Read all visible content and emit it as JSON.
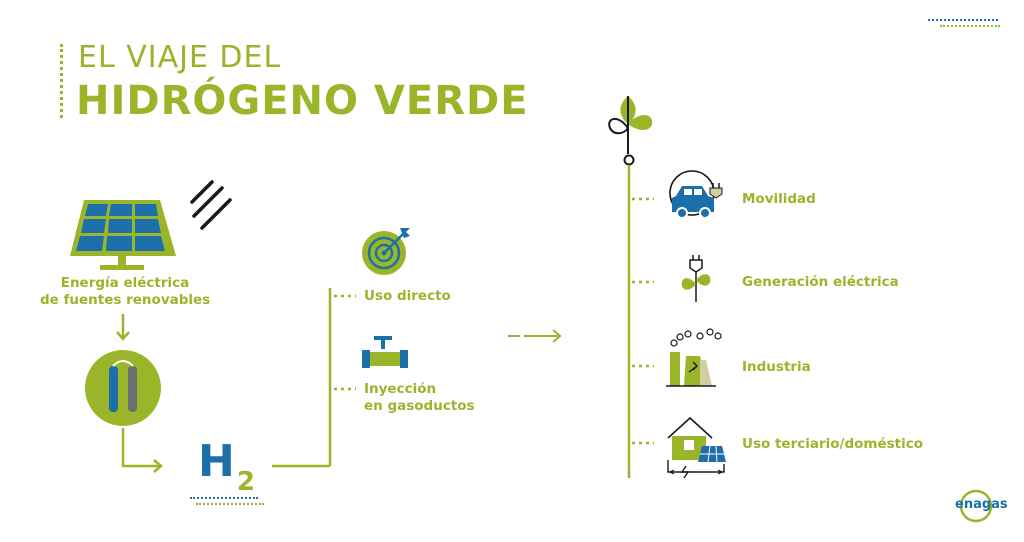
{
  "title": {
    "line1": "EL VIAJE DEL",
    "line2": "HIDRÓGENO VERDE"
  },
  "source": {
    "label_line1": "Energía eléctrica",
    "label_line2": "de fuentes renovables"
  },
  "product": {
    "symbol": "H",
    "subscript": "2"
  },
  "uses_direct": {
    "label": "Uso directo"
  },
  "uses_injection": {
    "label_line1": "Inyección",
    "label_line2": "en gasoductos"
  },
  "applications": [
    {
      "label": "Movilidad"
    },
    {
      "label": "Generación eléctrica"
    },
    {
      "label": "Industria"
    },
    {
      "label": "Uso terciario/doméstico"
    }
  ],
  "logo": {
    "text": "enagas"
  },
  "colors": {
    "green": "#9bb52b",
    "blue": "#1c6fa8",
    "dark": "#1a1a1a"
  }
}
